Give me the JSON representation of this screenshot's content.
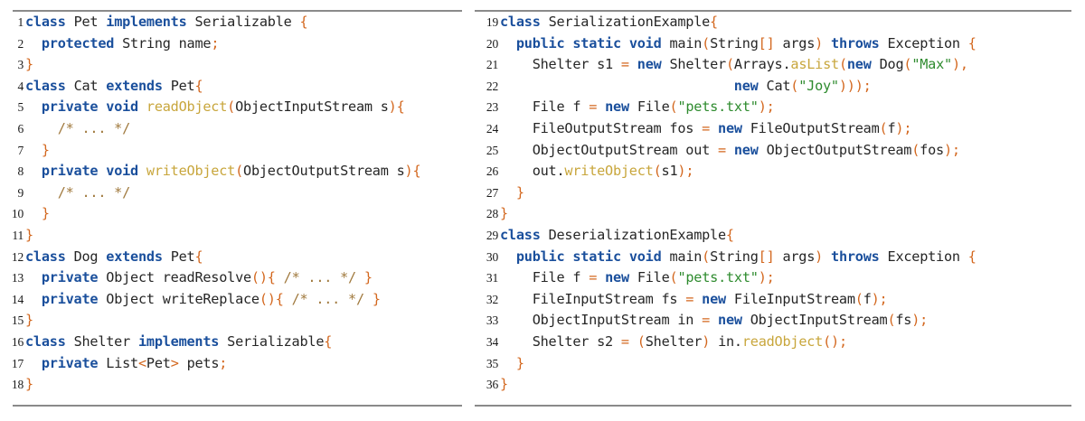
{
  "figure": {
    "kind": "code-listing",
    "language": "java",
    "columns": 2,
    "total_lines": 36,
    "colors": {
      "keyword": "#1a4f9c",
      "punctuation": "#d3671e",
      "string": "#2e8b2e",
      "comment": "#a0793d",
      "function": "#c8a63c",
      "plain": "#262626",
      "rule": "#8a8a8a",
      "background": "#ffffff"
    }
  },
  "left_column": {
    "first_line": 1,
    "last_line": 18,
    "lines": [
      {
        "n": "1",
        "text": "class Pet implements Serializable {"
      },
      {
        "n": "2",
        "text": "  protected String name;"
      },
      {
        "n": "3",
        "text": "}"
      },
      {
        "n": "4",
        "text": "class Cat extends Pet{"
      },
      {
        "n": "5",
        "text": "  private void readObject(ObjectInputStream s){"
      },
      {
        "n": "6",
        "text": "    /* ... */"
      },
      {
        "n": "7",
        "text": "  }"
      },
      {
        "n": "8",
        "text": "  private void writeObject(ObjectOutputStream s){"
      },
      {
        "n": "9",
        "text": "    /* ... */"
      },
      {
        "n": "10",
        "text": "  }"
      },
      {
        "n": "11",
        "text": "}"
      },
      {
        "n": "12",
        "text": "class Dog extends Pet{"
      },
      {
        "n": "13",
        "text": "  private Object readResolve(){ /* ... */ }"
      },
      {
        "n": "14",
        "text": "  private Object writeReplace(){ /* ... */ }"
      },
      {
        "n": "15",
        "text": "}"
      },
      {
        "n": "16",
        "text": "class Shelter implements Serializable{"
      },
      {
        "n": "17",
        "text": "  private List<Pet> pets;"
      },
      {
        "n": "18",
        "text": "}"
      }
    ]
  },
  "right_column": {
    "first_line": 19,
    "last_line": 36,
    "lines": [
      {
        "n": "19",
        "text": "class SerializationExample{"
      },
      {
        "n": "20",
        "text": "  public static void main(String[] args) throws Exception {"
      },
      {
        "n": "21",
        "text": "    Shelter s1 = new Shelter(Arrays.asList(new Dog(\"Max\"),"
      },
      {
        "n": "22",
        "text": "                             new Cat(\"Joy\")));"
      },
      {
        "n": "23",
        "text": "    File f = new File(\"pets.txt\");"
      },
      {
        "n": "24",
        "text": "    FileOutputStream fos = new FileOutputStream(f);"
      },
      {
        "n": "25",
        "text": "    ObjectOutputStream out = new ObjectOutputStream(fos);"
      },
      {
        "n": "26",
        "text": "    out.writeObject(s1);"
      },
      {
        "n": "27",
        "text": "  }"
      },
      {
        "n": "28",
        "text": "}"
      },
      {
        "n": "29",
        "text": "class DeserializationExample{"
      },
      {
        "n": "30",
        "text": "  public static void main(String[] args) throws Exception {"
      },
      {
        "n": "31",
        "text": "    File f = new File(\"pets.txt\");"
      },
      {
        "n": "32",
        "text": "    FileInputStream fs = new FileInputStream(f);"
      },
      {
        "n": "33",
        "text": "    ObjectInputStream in = new ObjectInputStream(fs);"
      },
      {
        "n": "34",
        "text": "    Shelter s2 = (Shelter) in.readObject();"
      },
      {
        "n": "35",
        "text": "  }"
      },
      {
        "n": "36",
        "text": "}"
      }
    ]
  },
  "tokens": {
    "keywords": [
      "class",
      "implements",
      "extends",
      "protected",
      "private",
      "public",
      "static",
      "void",
      "new",
      "throws"
    ],
    "methods": [
      "asList",
      "writeObject",
      "readObject"
    ],
    "strings": [
      "\"Max\"",
      "\"Joy\"",
      "\"pets.txt\""
    ],
    "comments": [
      "/* ... */"
    ]
  }
}
